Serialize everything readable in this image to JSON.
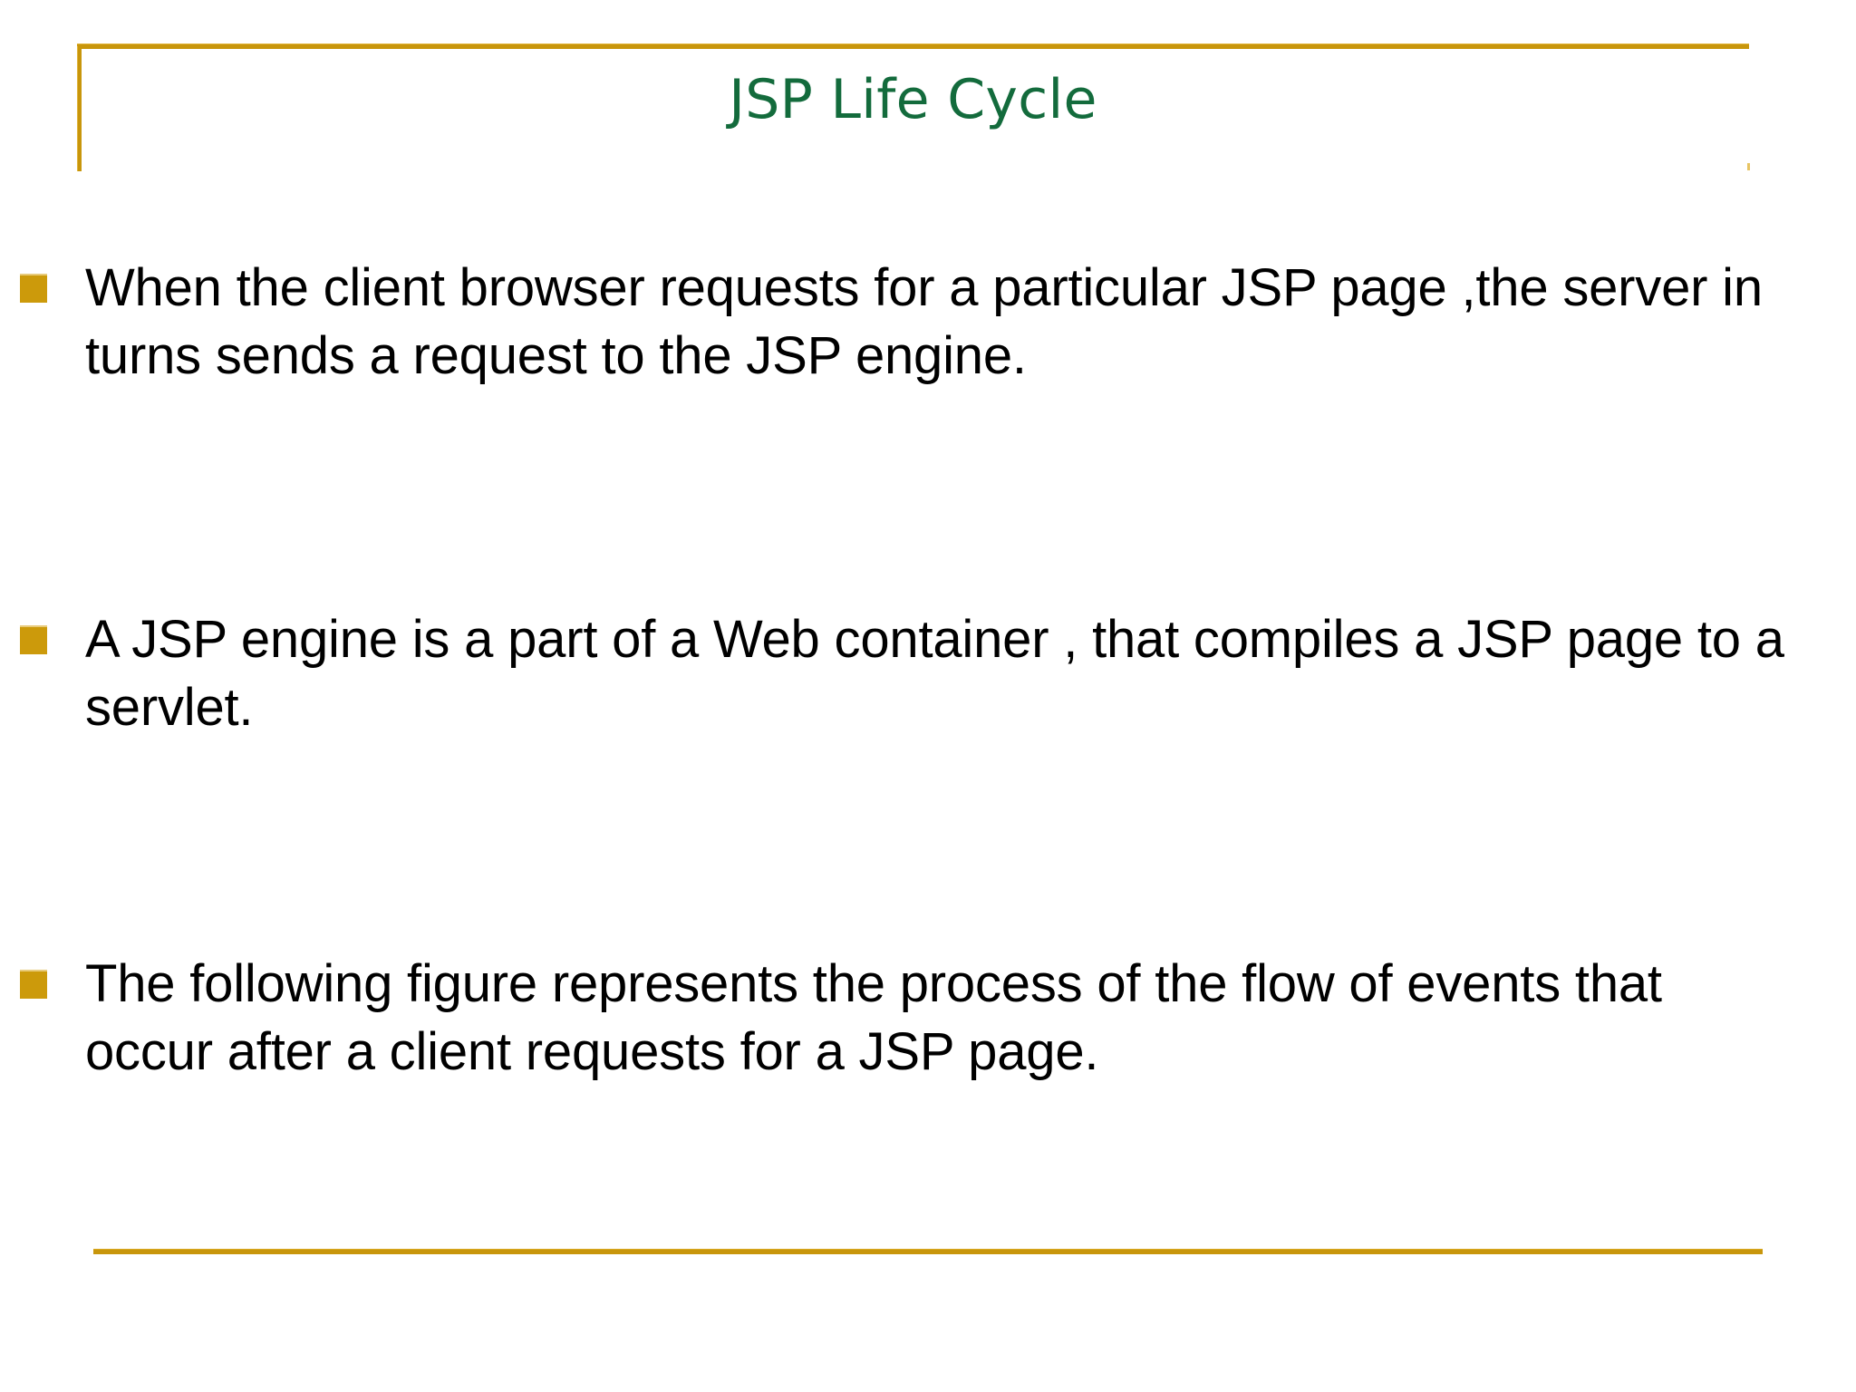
{
  "slide": {
    "title": "JSP Life Cycle",
    "title_color": "#136B3C",
    "background_color": "#FFFFFF",
    "accent_color": "#C8960C",
    "bullet_marker_color": "#CC9A0B",
    "body_text_color": "#000000",
    "bullets": [
      {
        "marker": "square-bullet",
        "text": "When the client browser requests for a particular JSP page ,the server in turns sends a request to the JSP engine."
      },
      {
        "marker": "square-bullet",
        "text": "A JSP engine is a part of a Web container , that compiles a JSP page to a servlet."
      },
      {
        "marker": "square-bullet",
        "text": "The following figure represents the process of the flow of events that occur after a client requests for a JSP page."
      }
    ]
  }
}
